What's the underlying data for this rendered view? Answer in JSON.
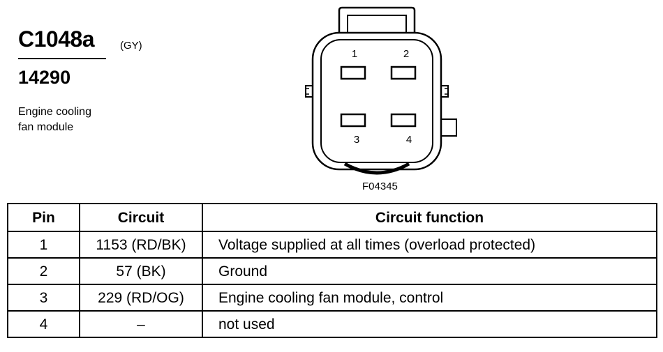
{
  "connector": {
    "id": "C1048a",
    "color": "(GY)",
    "part_number": "14290",
    "description_lines": [
      "Engine cooling",
      "fan module"
    ],
    "figure_code": "F04345",
    "pin_labels": [
      "1",
      "2",
      "3",
      "4"
    ]
  },
  "table": {
    "headers": [
      "Pin",
      "Circuit",
      "Circuit function"
    ],
    "rows": [
      {
        "pin": "1",
        "circuit": "1153 (RD/BK)",
        "function": "Voltage supplied at all times (overload protected)"
      },
      {
        "pin": "2",
        "circuit": "57 (BK)",
        "function": "Ground"
      },
      {
        "pin": "3",
        "circuit": "229 (RD/OG)",
        "function": "Engine cooling fan module, control"
      },
      {
        "pin": "4",
        "circuit": "–",
        "function": "not used"
      }
    ]
  }
}
